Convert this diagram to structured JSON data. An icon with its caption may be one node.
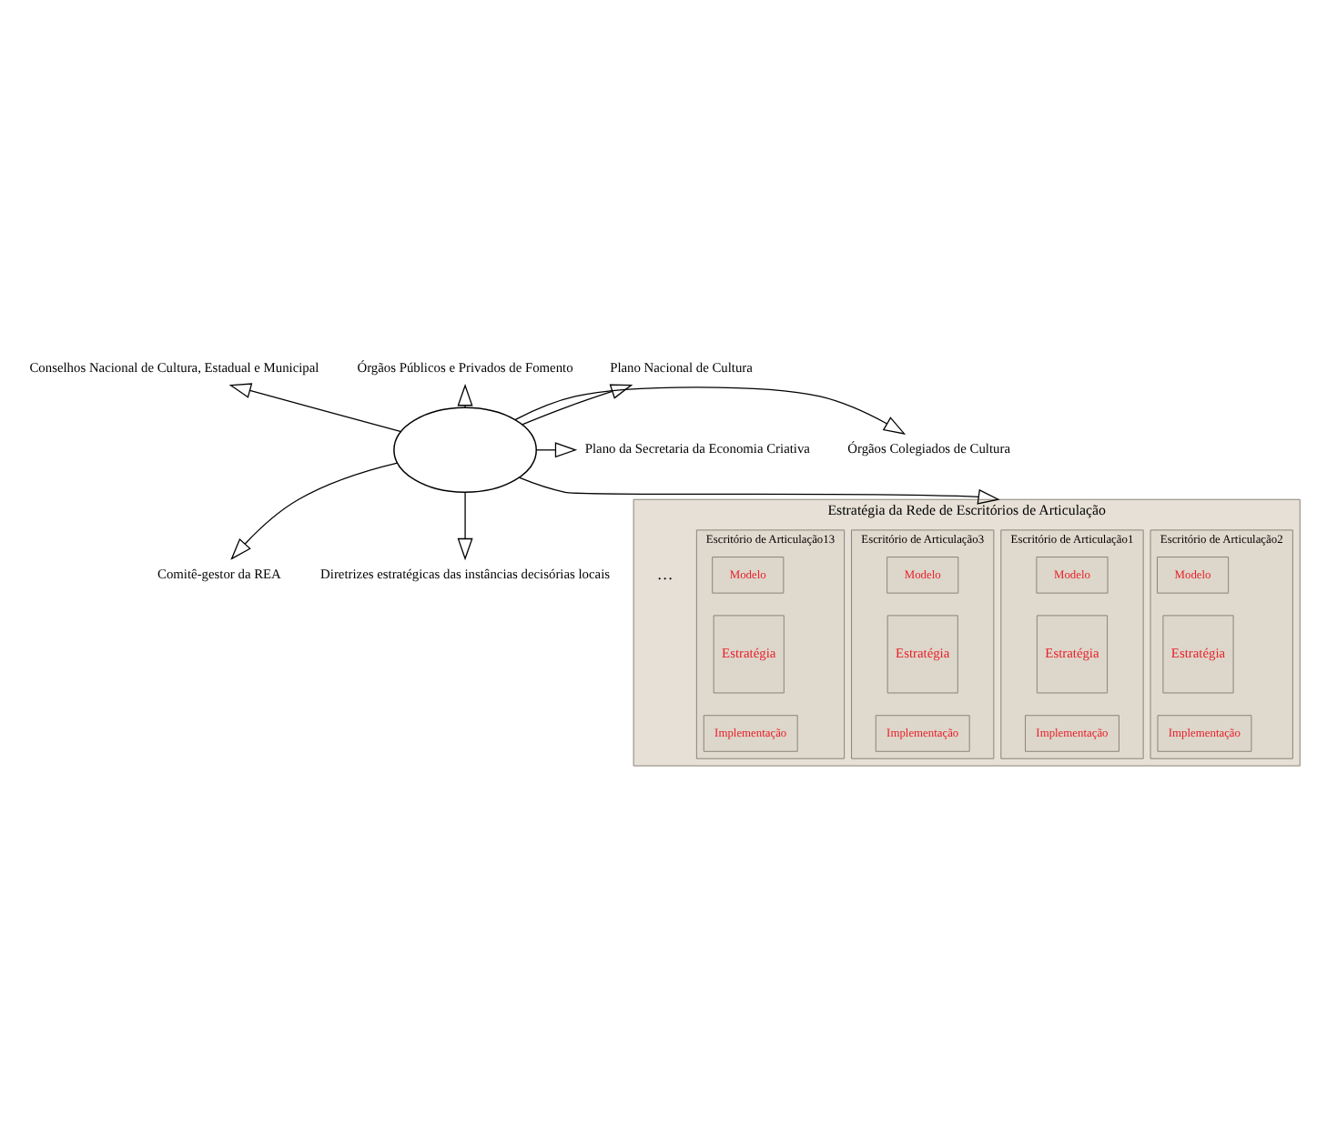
{
  "diagram": {
    "nodes": [
      {
        "text": [],
        "shape": "ellipse"
      },
      {
        "text": [
          "Conselhos Nacional de Cultura, Estadual e Municipal"
        ]
      },
      {
        "text": [
          "Órgãos Públicos e Privados de Fomento"
        ]
      },
      {
        "text": [
          "Plano Nacional de Cultura"
        ]
      },
      {
        "text": [
          "Órgãos Colegiados de Cultura"
        ]
      },
      {
        "text": [
          "Plano da Secretaria da Economia Criativa"
        ]
      },
      {
        "text": [
          "Comitê-gestor da REA"
        ]
      },
      {
        "text": [
          "Diretrizes estratégicas das instâncias decisórias locais"
        ]
      },
      {
        "text": [
          "Estratégia da Rede de Escritórios de Articulação"
        ]
      },
      {
        "text": [
          "Escritório de Articulação1"
        ],
        "in": 8
      },
      {
        "text": [
          "Modelo"
        ],
        "in": 9
      },
      {
        "text": [
          "Estratégia"
        ],
        "in": 9
      },
      {
        "text": [
          "Implementação"
        ],
        "in": 9
      },
      {
        "text": [
          "Escritório de Articulação2"
        ],
        "in": 8
      },
      {
        "text": [
          "Modelo"
        ],
        "in": 13
      },
      {
        "text": [
          "Estratégia"
        ],
        "in": 13
      },
      {
        "text": [
          "Implementação"
        ],
        "in": 13
      },
      {
        "text": [
          "Escritório de Articulação3"
        ],
        "in": 8
      },
      {
        "text": [
          "Modelo"
        ],
        "in": 17
      },
      {
        "text": [
          "Estratégia"
        ],
        "in": 17
      },
      {
        "text": [
          "Implementação"
        ],
        "in": 17
      },
      {
        "text": [
          "Escritório de Articulação13"
        ],
        "in": 8
      },
      {
        "text": [
          "Modelo"
        ],
        "in": 21
      },
      {
        "text": [
          "Estratégia"
        ],
        "in": 21
      },
      {
        "text": [
          "Implementação"
        ],
        "in": 21
      }
    ],
    "edges": [
      {
        "from": 0,
        "to": 1,
        "arrow": "to"
      },
      {
        "from": 0,
        "to": 2,
        "arrow": "to"
      },
      {
        "from": 0,
        "to": 3,
        "arrow": "to"
      },
      {
        "from": 0,
        "to": 4,
        "arrow": "to"
      },
      {
        "from": 0,
        "to": 5,
        "arrow": "to"
      },
      {
        "from": 0,
        "to": 6,
        "arrow": "to"
      },
      {
        "from": 0,
        "to": 7,
        "arrow": "to"
      },
      {
        "from": 0,
        "to": 8,
        "arrow": "to"
      }
    ],
    "labels": [
      "…"
    ]
  }
}
